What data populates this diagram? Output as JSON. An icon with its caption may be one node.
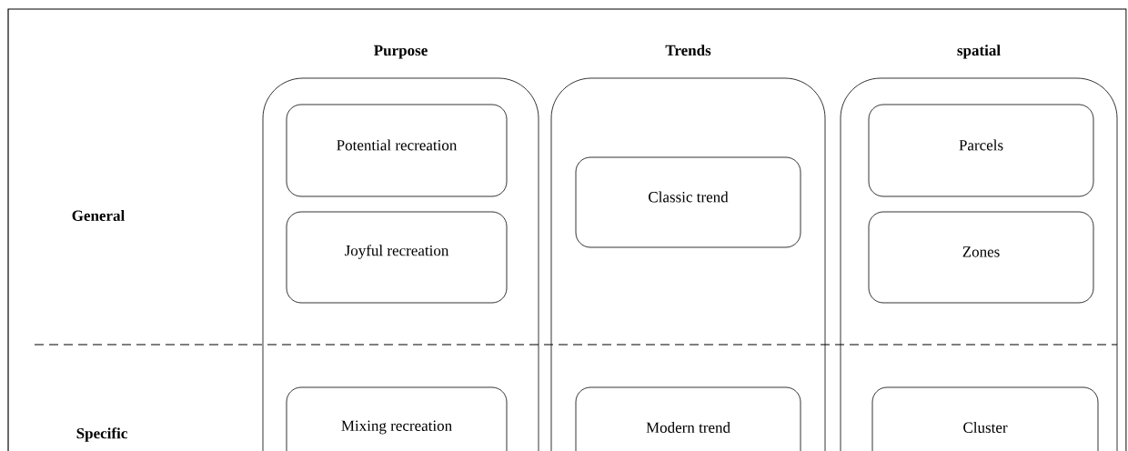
{
  "diagram": {
    "nodes": [
      {
        "text": [
          "Purpose"
        ]
      },
      {
        "text": [
          "Potential recreation"
        ],
        "in": 0
      },
      {
        "text": [
          "Joyful recreation"
        ],
        "in": 0
      },
      {
        "text": [
          "Mixing recreation"
        ],
        "in": 0
      },
      {
        "text": [
          "Trends"
        ]
      },
      {
        "text": [
          "Classic trend"
        ],
        "in": 4
      },
      {
        "text": [
          "Modern trend"
        ],
        "in": 4
      },
      {
        "text": [
          "spatial"
        ]
      },
      {
        "text": [
          "Parcels"
        ],
        "in": 7
      },
      {
        "text": [
          "Zones"
        ],
        "in": 7
      },
      {
        "text": [
          "Cluster"
        ],
        "in": 7
      }
    ],
    "labels": [
      "General",
      "Specific"
    ]
  }
}
